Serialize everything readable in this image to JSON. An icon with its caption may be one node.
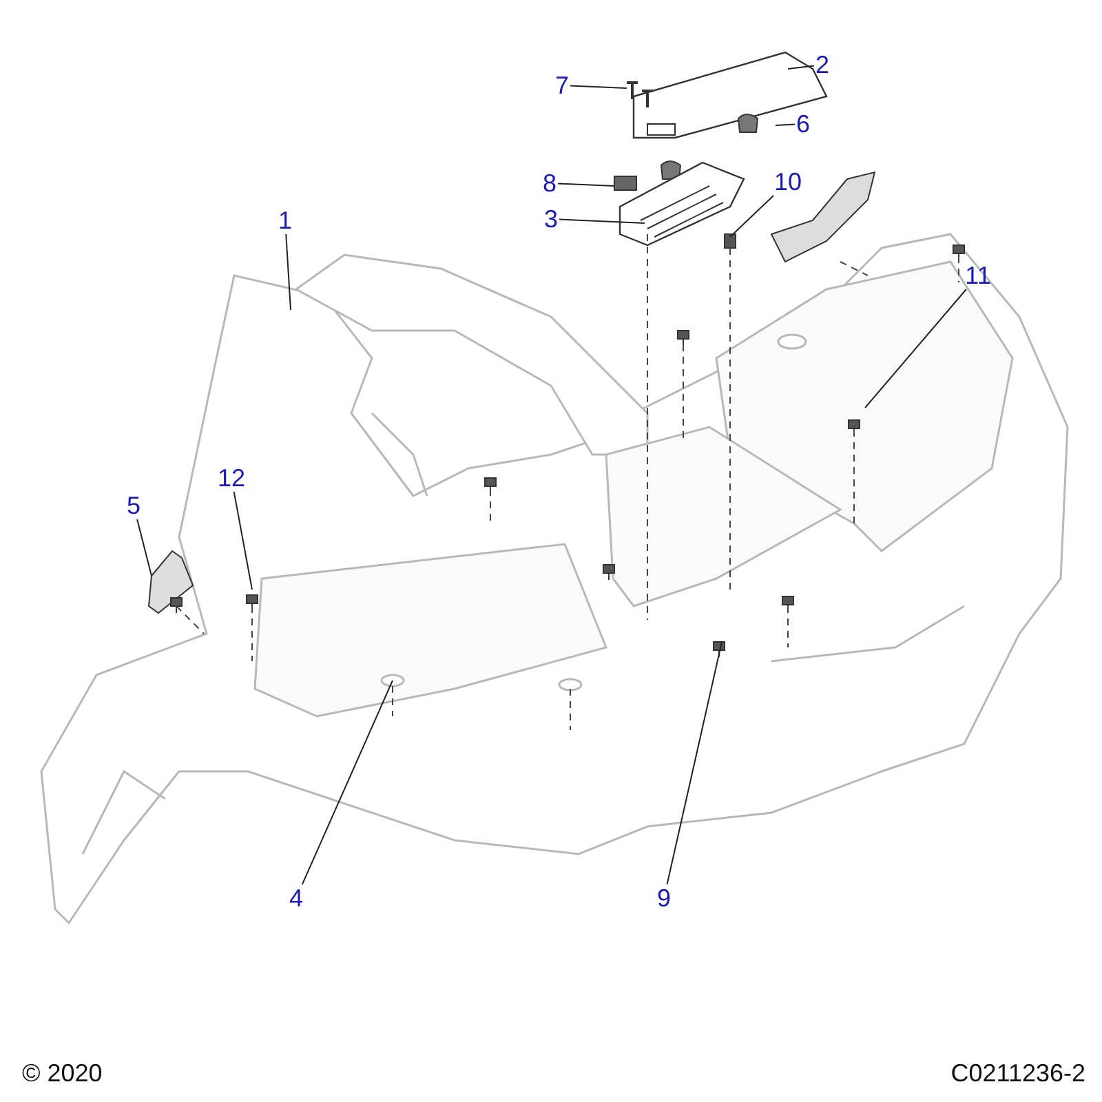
{
  "diagram": {
    "nodes": [
      {
        "text": [
          "2"
        ]
      },
      {
        "text": [
          "7"
        ]
      },
      {
        "text": [
          "6"
        ]
      },
      {
        "text": [
          "10"
        ]
      },
      {
        "text": [
          "8"
        ]
      },
      {
        "text": [
          "3"
        ]
      },
      {
        "text": [
          "1"
        ]
      },
      {
        "text": [
          "11"
        ]
      },
      {
        "text": [
          "12"
        ]
      },
      {
        "text": [
          "5"
        ]
      },
      {
        "text": [
          "4"
        ]
      },
      {
        "text": [
          "9"
        ]
      }
    ],
    "edges": [
      {
        "from": 0,
        "to": null,
        "arrow": "none"
      },
      {
        "from": 1,
        "to": null,
        "arrow": "none"
      },
      {
        "from": 2,
        "to": null,
        "arrow": "none"
      },
      {
        "from": 3,
        "to": null,
        "arrow": "none"
      },
      {
        "from": 4,
        "to": null,
        "arrow": "none"
      },
      {
        "from": 5,
        "to": null,
        "arrow": "none"
      },
      {
        "from": 6,
        "to": null,
        "arrow": "none"
      },
      {
        "from": 7,
        "to": null,
        "arrow": "none"
      },
      {
        "from": 8,
        "to": null,
        "arrow": "none"
      },
      {
        "from": 9,
        "to": null,
        "arrow": "none"
      },
      {
        "from": 10,
        "to": null,
        "arrow": "none"
      },
      {
        "from": 11,
        "to": null,
        "arrow": "none"
      }
    ],
    "labels": [
      "© 2020",
      "C0211236-2"
    ]
  }
}
